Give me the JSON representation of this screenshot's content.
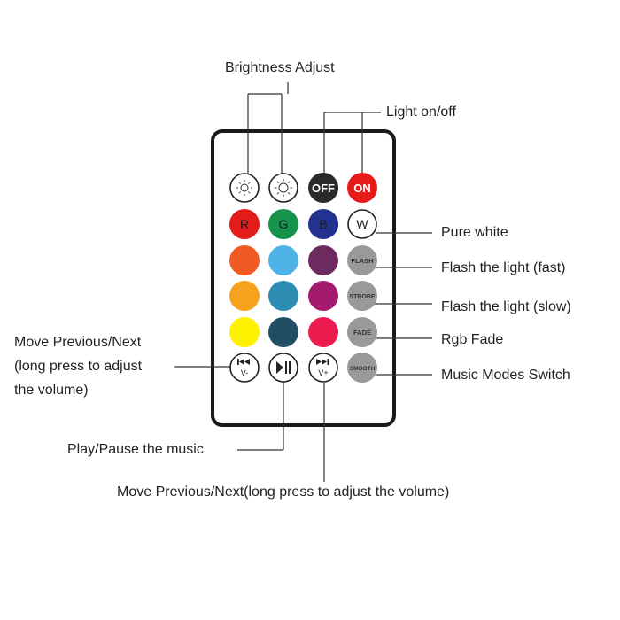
{
  "labels": {
    "brightness": "Brightness Adjust",
    "light_onoff": "Light on/off",
    "pure_white": "Pure white",
    "flash_fast": "Flash the light (fast)",
    "flash_slow": "Flash the light (slow)",
    "rgb_fade": "Rgb Fade",
    "music_modes": "Music Modes Switch",
    "move_left": [
      "Move Previous/Next",
      "(long press to adjust",
      "the volume)"
    ],
    "play_pause": "Play/Pause the music",
    "move_bottom": "Move Previous/Next(long press to adjust the volume)"
  },
  "buttons": {
    "off": "OFF",
    "on": "ON",
    "r": "R",
    "g": "G",
    "b": "B",
    "w": "W",
    "flash": "FLASH",
    "strobe": "STROBE",
    "fade": "FADE",
    "smooth": "SMOOTH",
    "prev_sub": "V-",
    "next_sub": "V+"
  },
  "icons": {
    "brightness_down": "sun-small-icon",
    "brightness_up": "sun-large-icon",
    "previous": "previous-track-icon",
    "play_pause": "play-pause-icon",
    "next": "next-track-icon"
  },
  "colors": {
    "off_button": "#2a2a2a",
    "on_button": "#e81b1b",
    "red": "#e41b1b",
    "green": "#16934a",
    "blue": "#23328f",
    "orange_red": "#f15a22",
    "sky_blue": "#4fb3e8",
    "plum": "#6d2a5f",
    "orange": "#f6a21d",
    "teal": "#2b8bb1",
    "magenta": "#a31a6f",
    "yellow": "#fff200",
    "dark_teal": "#214e62",
    "pink_red": "#ec1c4f",
    "grey_button": "#999999"
  }
}
